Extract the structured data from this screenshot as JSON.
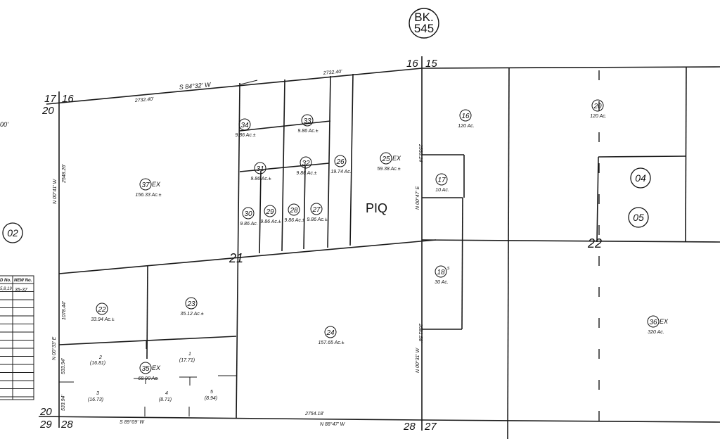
{
  "book": {
    "label": "BK.",
    "number": "545"
  },
  "section_corners": {
    "c17": "17",
    "c16a": "16",
    "c20a": "20",
    "c16b": "16",
    "c15": "15",
    "c20b": "20",
    "c29": "29",
    "c28a": "28",
    "c28b": "28",
    "c27": "27",
    "s21": "21",
    "s22": "22"
  },
  "bearings": {
    "top_bearing": "S 84°32' W",
    "top_dist_left": "2732.40'",
    "top_dist_right": "2732.40'",
    "left_bearing": "N 00°41' W",
    "left_dist": "2548.26'",
    "left_lower_bearing": "N 00°33' E",
    "left_lower_dist1": "1078.44'",
    "left_lower_dist2": "533.94'",
    "left_lower_dist3": "533.94'",
    "mid_bearing": "N 00°47' E",
    "mid_dist": "2550.24'",
    "mid_lower_bearing": "N 00°31' W",
    "mid_lower_dist": "2681.58'",
    "bottom_left_bearing": "S 89°09' W",
    "bottom_right_bearing": "N 88°47' W",
    "bottom_right_dist": "2754.18'",
    "edge_fragment": "00'"
  },
  "parcels": [
    {
      "no": "37",
      "suffix": "EX",
      "area": "156.33 Ac.±"
    },
    {
      "no": "34",
      "area": "9.86 Ac.±"
    },
    {
      "no": "33",
      "area": "9.86 Ac.±"
    },
    {
      "no": "31",
      "area": "9.86 Ac.±"
    },
    {
      "no": "32",
      "area": "9.86 Ac.±"
    },
    {
      "no": "26",
      "area": "19.74 Ac."
    },
    {
      "no": "25",
      "suffix": "EX",
      "area": "59.38 Ac.±"
    },
    {
      "no": "30",
      "area": "9.86 Ac."
    },
    {
      "no": "29",
      "area": "9.86 Ac.±"
    },
    {
      "no": "28",
      "area": "9.86 Ac.±"
    },
    {
      "no": "27",
      "area": "9.86 Ac.±"
    },
    {
      "no": "16",
      "area": "120 Ac."
    },
    {
      "no": "20",
      "area": "120 Ac."
    },
    {
      "no": "17",
      "area": "10 Ac."
    },
    {
      "no": "18",
      "suffix": "s",
      "area": "30 Ac."
    },
    {
      "no": "22",
      "area": "33.94 Ac.±"
    },
    {
      "no": "23",
      "area": "35.12 Ac.±"
    },
    {
      "no": "24",
      "area": "157.65 Ac.±"
    },
    {
      "no": "35",
      "suffix": "EX",
      "area": "68.90 Ac."
    },
    {
      "no": "36",
      "suffix": "EX",
      "area": "320 Ac."
    }
  ],
  "map_pages": [
    "02",
    "04",
    "05"
  ],
  "piq_label": "PIQ",
  "lots": [
    {
      "no": "2",
      "area": "(16.81)"
    },
    {
      "no": "1",
      "area": "(17.71)"
    },
    {
      "no": "3",
      "area": "(16.73)"
    },
    {
      "no": "4",
      "area": "(8.71)"
    },
    {
      "no": "5",
      "area": "(8.94)"
    }
  ],
  "change_table": {
    "old_header": "D No.",
    "new_header": "NEW No.",
    "old_first": "5,8,19",
    "new_first": "35-37"
  }
}
